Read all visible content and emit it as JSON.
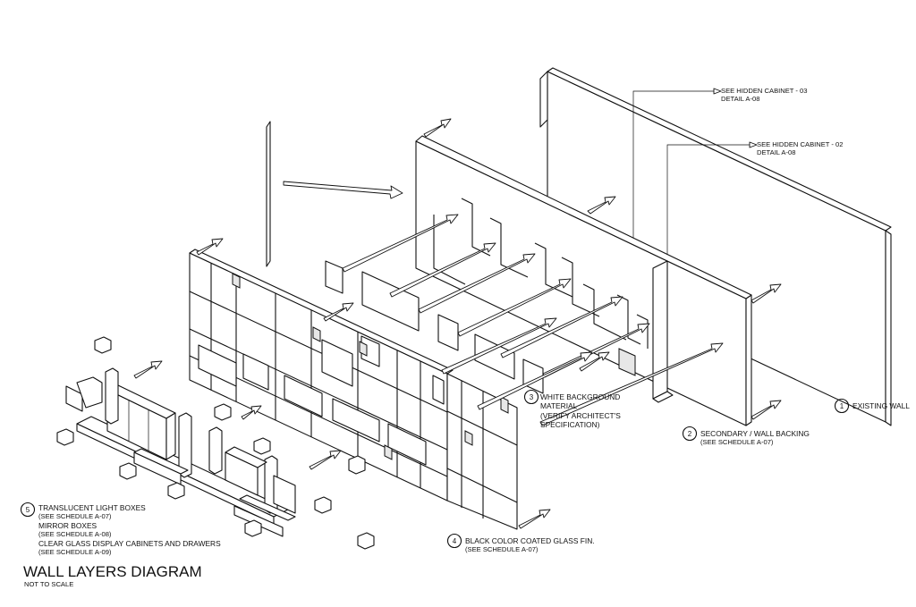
{
  "title": "WALL LAYERS DIAGRAM",
  "subtitle": "NOT TO SCALE",
  "callouts": {
    "cabinet_03_line1": "SEE HIDDEN CABINET - 03",
    "cabinet_03_line2": "DETAIL A-08",
    "cabinet_02_line1": "SEE HIDDEN CABINET - 02",
    "cabinet_02_line2": "DETAIL A-08"
  },
  "layers": [
    {
      "number": "1",
      "lines": [
        "EXISTING WALL"
      ]
    },
    {
      "number": "2",
      "lines": [
        "SECONDARY / WALL BACKING",
        "(SEE SCHEDULE A-07)"
      ]
    },
    {
      "number": "3",
      "lines": [
        "WHITE BACKGROUND",
        "MATERIAL",
        "(VERIFY ARCHITECT'S",
        "SPECIFICATION)"
      ]
    },
    {
      "number": "4",
      "lines": [
        "BLACK COLOR COATED GLASS FIN.",
        "(SEE SCHEDULE A-07)"
      ]
    },
    {
      "number": "5",
      "lines": [
        "TRANSLUCENT LIGHT BOXES",
        "(SEE SCHEDULE A-07)",
        "MIRROR BOXES",
        "(SEE SCHEDULE A-08)",
        "CLEAR GLASS DISPLAY CABINETS AND DRAWERS",
        "(SEE SCHEDULE A-09)"
      ]
    }
  ]
}
